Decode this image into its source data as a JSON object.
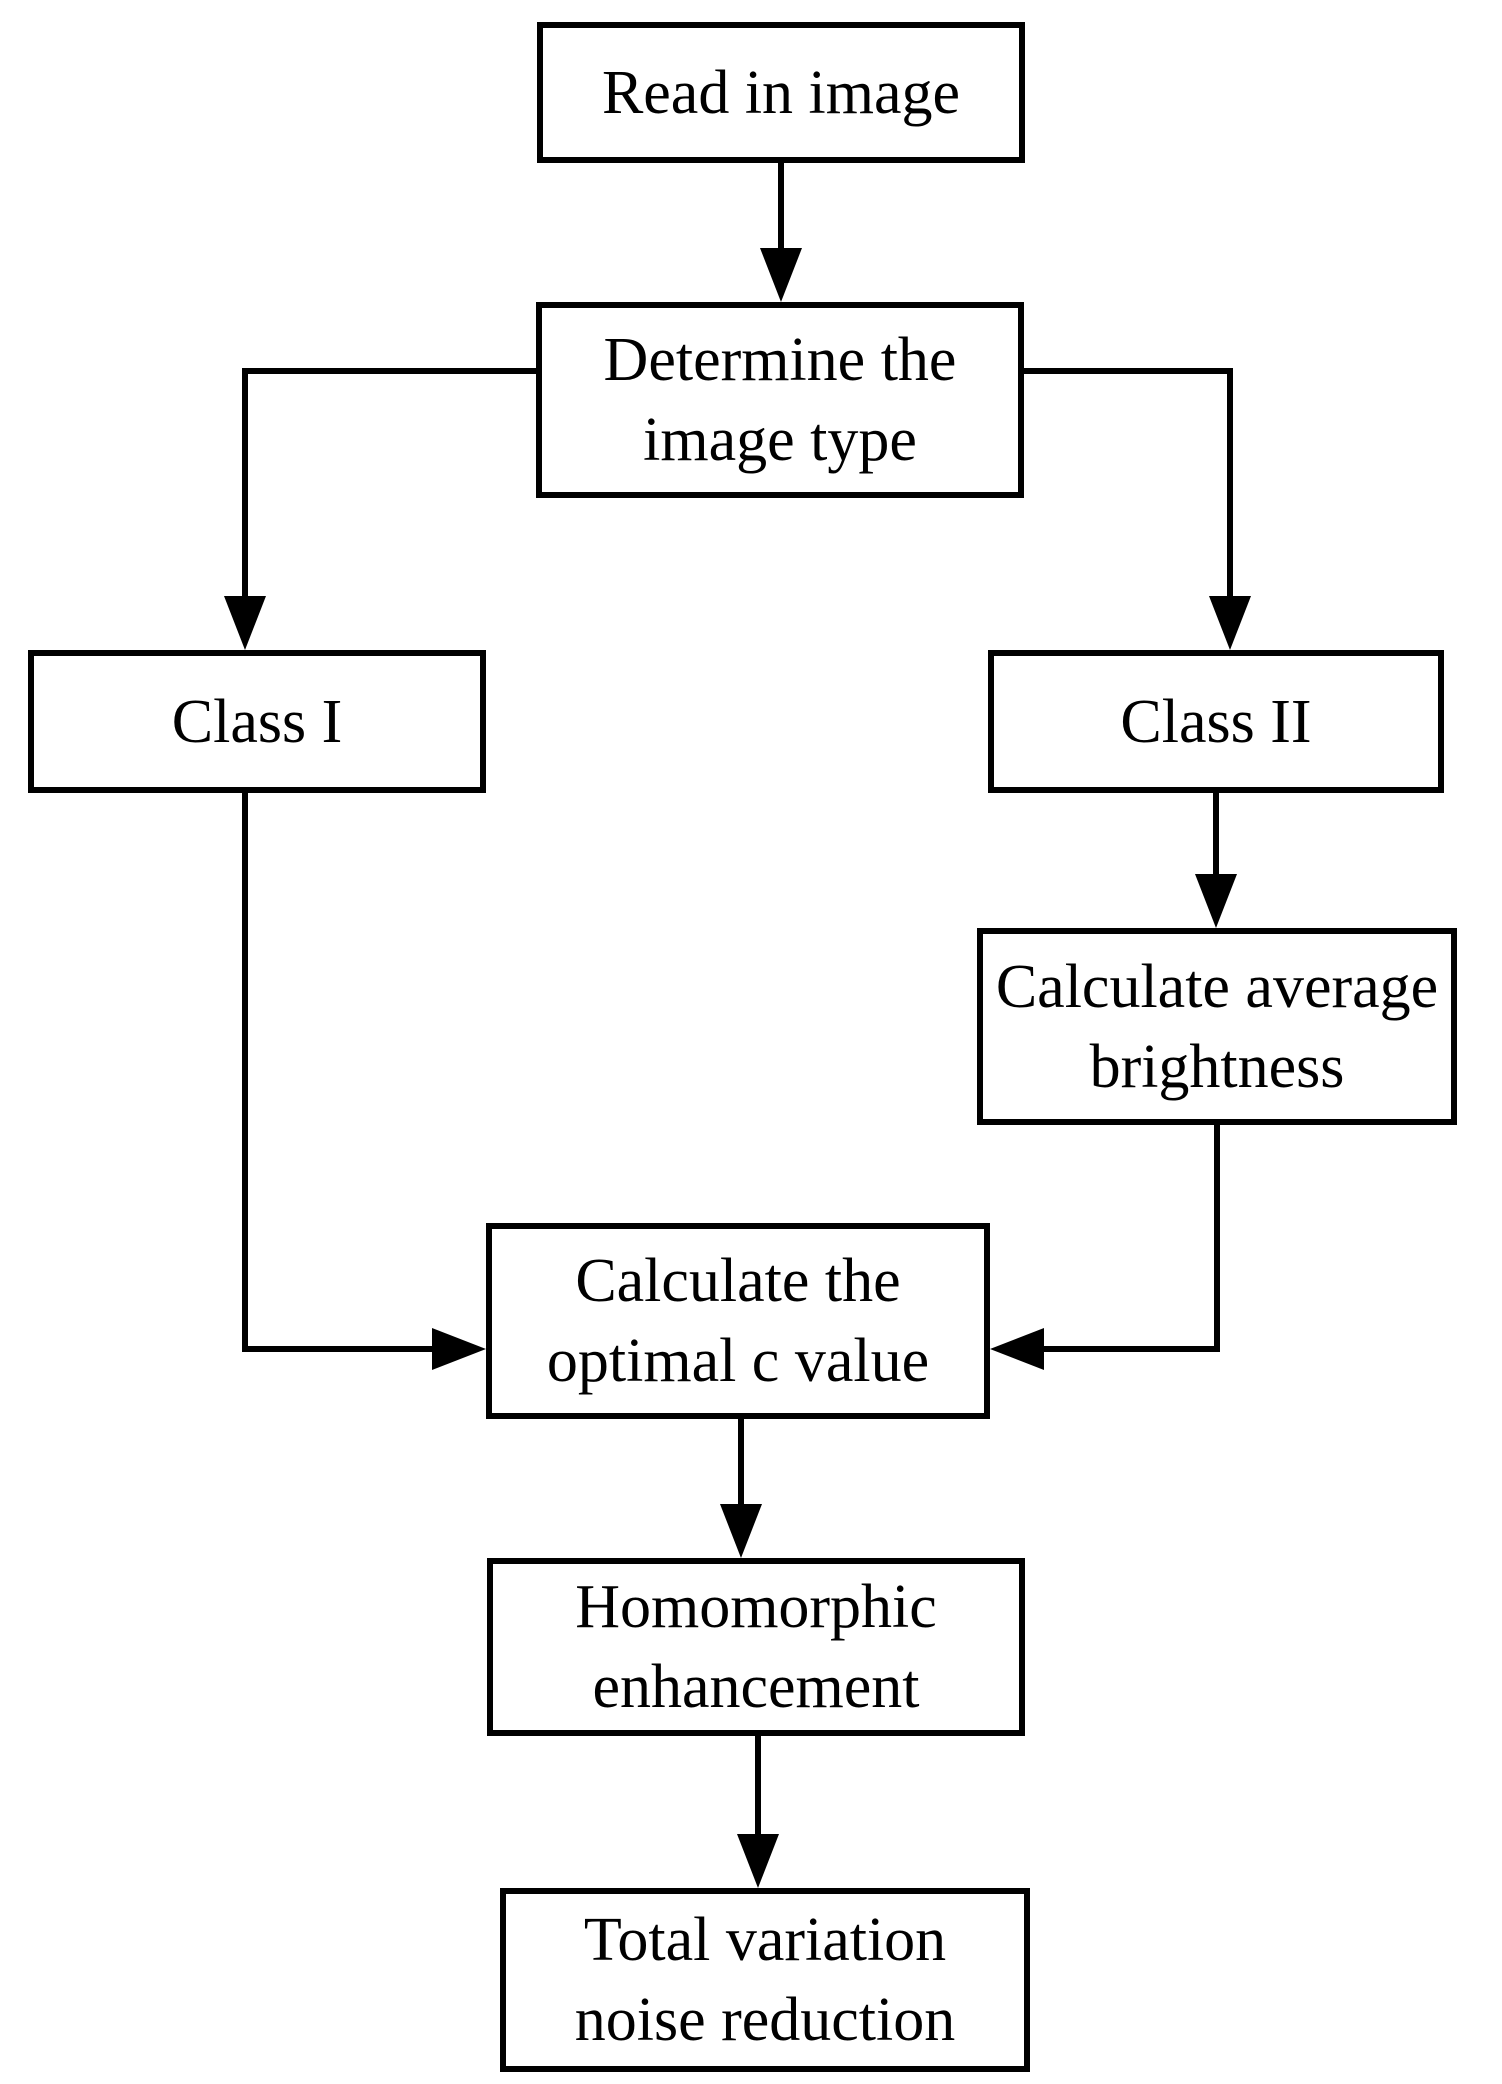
{
  "diagram": {
    "type": "flowchart",
    "colors": {
      "line": "#000000",
      "box_fill": "#ffffff",
      "text": "#000000"
    },
    "nodes": {
      "read": {
        "label": "Read in image",
        "lines": [
          "Read in image"
        ]
      },
      "determine": {
        "label": "Determine the image type",
        "lines": [
          "Determine the",
          "image type"
        ]
      },
      "class1": {
        "label": "Class I",
        "lines": [
          "Class I"
        ]
      },
      "class2": {
        "label": "Class II",
        "lines": [
          "Class II"
        ]
      },
      "brightness": {
        "label": "Calculate average brightness",
        "lines": [
          "Calculate average",
          "brightness"
        ]
      },
      "optimal": {
        "label": "Calculate the optimal c value",
        "lines": [
          "Calculate the",
          "optimal c value"
        ]
      },
      "homomorphic": {
        "label": "Homomorphic enhancement",
        "lines": [
          "Homomorphic",
          "enhancement"
        ]
      },
      "total": {
        "label": "Total variation noise reduction",
        "lines": [
          "Total variation",
          "noise reduction"
        ]
      }
    },
    "edges": [
      {
        "from": "Read in image",
        "to": "Determine the image type"
      },
      {
        "from": "Determine the image type",
        "to": "Class I"
      },
      {
        "from": "Determine the image type",
        "to": "Class II"
      },
      {
        "from": "Class II",
        "to": "Calculate average brightness"
      },
      {
        "from": "Class I",
        "to": "Calculate the optimal c value"
      },
      {
        "from": "Calculate average brightness",
        "to": "Calculate the optimal c value"
      },
      {
        "from": "Calculate the optimal c value",
        "to": "Homomorphic enhancement"
      },
      {
        "from": "Homomorphic enhancement",
        "to": "Total variation noise reduction"
      }
    ]
  }
}
